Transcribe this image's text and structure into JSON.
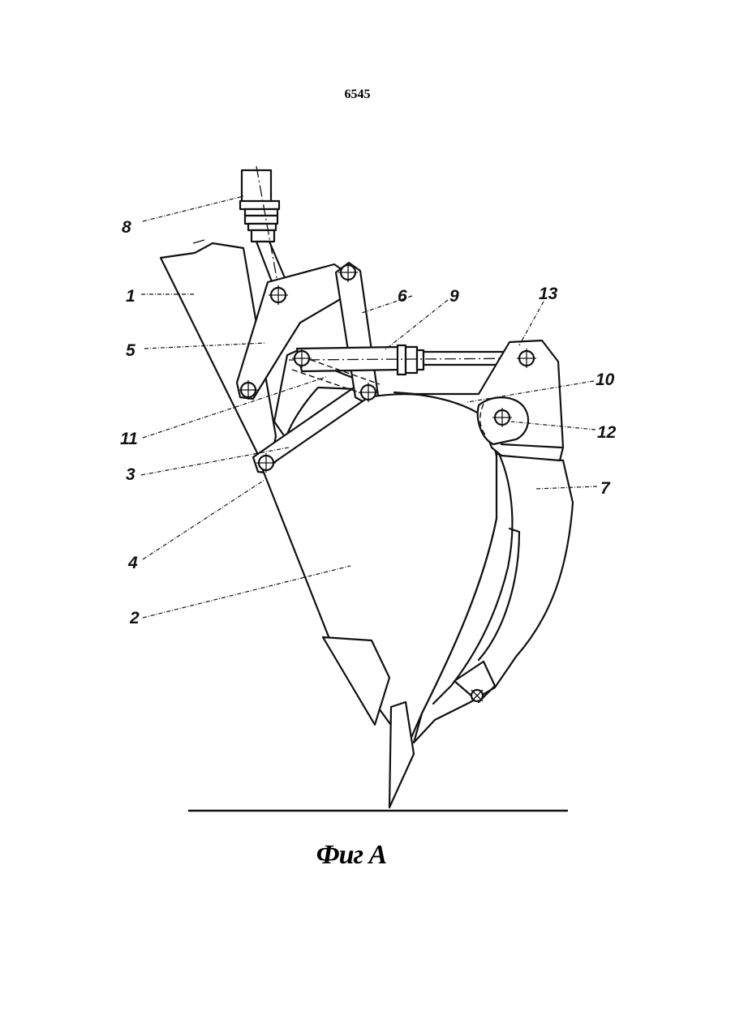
{
  "page_number": "6545",
  "figure_caption": "Фиг А",
  "callouts": [
    {
      "id": "8",
      "text": "8"
    },
    {
      "id": "1",
      "text": "1"
    },
    {
      "id": "5",
      "text": "5"
    },
    {
      "id": "6",
      "text": "6"
    },
    {
      "id": "9",
      "text": "9"
    },
    {
      "id": "13",
      "text": "13"
    },
    {
      "id": "10",
      "text": "10"
    },
    {
      "id": "11",
      "text": "11"
    },
    {
      "id": "12",
      "text": "12"
    },
    {
      "id": "3",
      "text": "3"
    },
    {
      "id": "7",
      "text": "7"
    },
    {
      "id": "4",
      "text": "4"
    },
    {
      "id": "2",
      "text": "2"
    }
  ]
}
